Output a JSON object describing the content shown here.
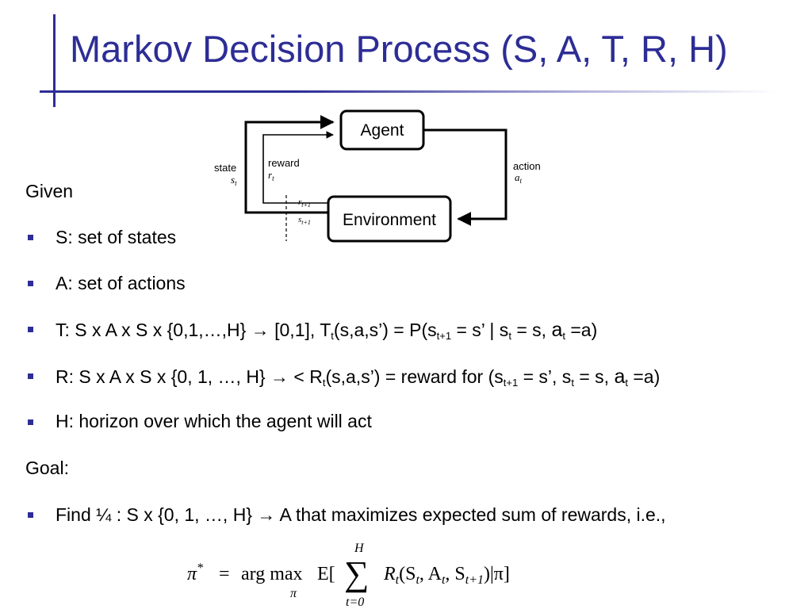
{
  "slide": {
    "title": "Markov Decision Process (S, A, T, R, H)"
  },
  "diagram": {
    "agent": "Agent",
    "environment": "Environment",
    "state_label": "state",
    "state_var": "s",
    "state_sub": "t",
    "reward_label": "reward",
    "reward_var": "r",
    "reward_sub": "t",
    "action_label": "action",
    "action_var": "a",
    "action_sub": "t",
    "next_reward_var": "r",
    "next_reward_sub": "t+1",
    "next_state_var": "s",
    "next_state_sub": "t+1"
  },
  "body": {
    "given": "Given",
    "s_item": "S: set of states",
    "a_item": "A: set of actions",
    "t_item": {
      "text1": "T: S x A x S x {0,1,…,H} ",
      "arrow": "→",
      "text2": " [0,1],    T",
      "sub_t": "t",
      "text3": "(s,a,s’) = P(s",
      "sub_t1": "t+1",
      "text4": " = s’ | s",
      "sub_t2": "t",
      "text5": " = s, ",
      "a": "a",
      "sub_t3": "t",
      "text6": " =a)"
    },
    "r_item": {
      "text1": "R:  S x A x S x {0, 1, …, H} ",
      "arrow": "→",
      "text2": " <    R",
      "sub_t": "t",
      "text3": "(s,a,s’) = reward for (s",
      "sub_t1": "t+1",
      "text4": " = s’, s",
      "sub_t2": "t",
      "text5": " = s, ",
      "a": "a",
      "sub_t3": "t",
      "text6": " =a)"
    },
    "h_item": "H: horizon over which the agent will act",
    "goal": "Goal:",
    "find_item": {
      "text1": "Find ¼  : S x {0, 1, …, H} ",
      "arrow": "→",
      "text2": " A  that maximizes expected sum of rewards, i.e.,"
    }
  },
  "formula": {
    "lhs": "π",
    "star": "*",
    "eq": "=",
    "argmax": "arg max",
    "argmax_under": "π",
    "expect": "E[",
    "sum_sym": "∑",
    "sum_upper": "H",
    "sum_lower": "t=0",
    "body": "R",
    "body_sub": "t",
    "args_open": "(S",
    "args_s_sub": "t",
    "args_mid": ", A",
    "args_a_sub": "t",
    "args_mid2": ", S",
    "args_s1_sub": "t+1",
    "args_close": ")|π]"
  }
}
